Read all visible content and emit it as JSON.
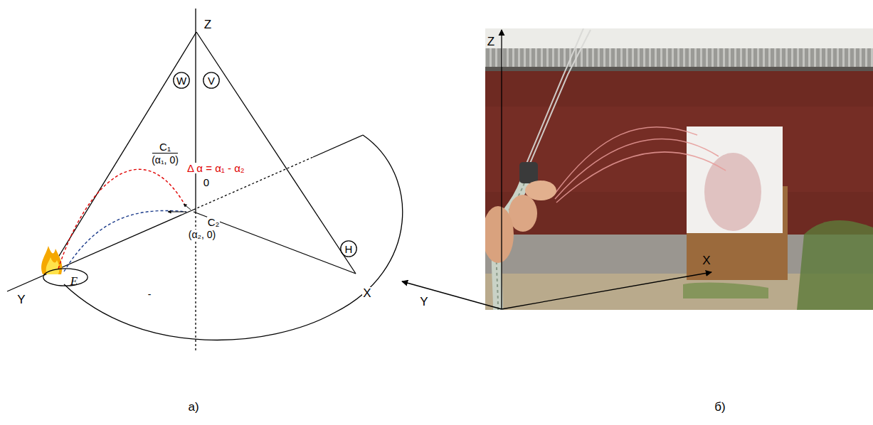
{
  "diagram": {
    "nodes": [
      {
        "text": [
          "W"
        ]
      },
      {
        "text": [
          "V"
        ]
      },
      {
        "text": [
          "H"
        ]
      },
      {
        "text": [
          "E"
        ]
      }
    ],
    "labels": [
      "Z",
      "C₁",
      "(α₁, 0)",
      "Δ α = α₁ - α₂",
      "0",
      "C₂",
      "(α₂, 0)",
      "Y",
      "-",
      "X",
      "а)",
      "Z",
      "X",
      "Y",
      "б)"
    ]
  }
}
